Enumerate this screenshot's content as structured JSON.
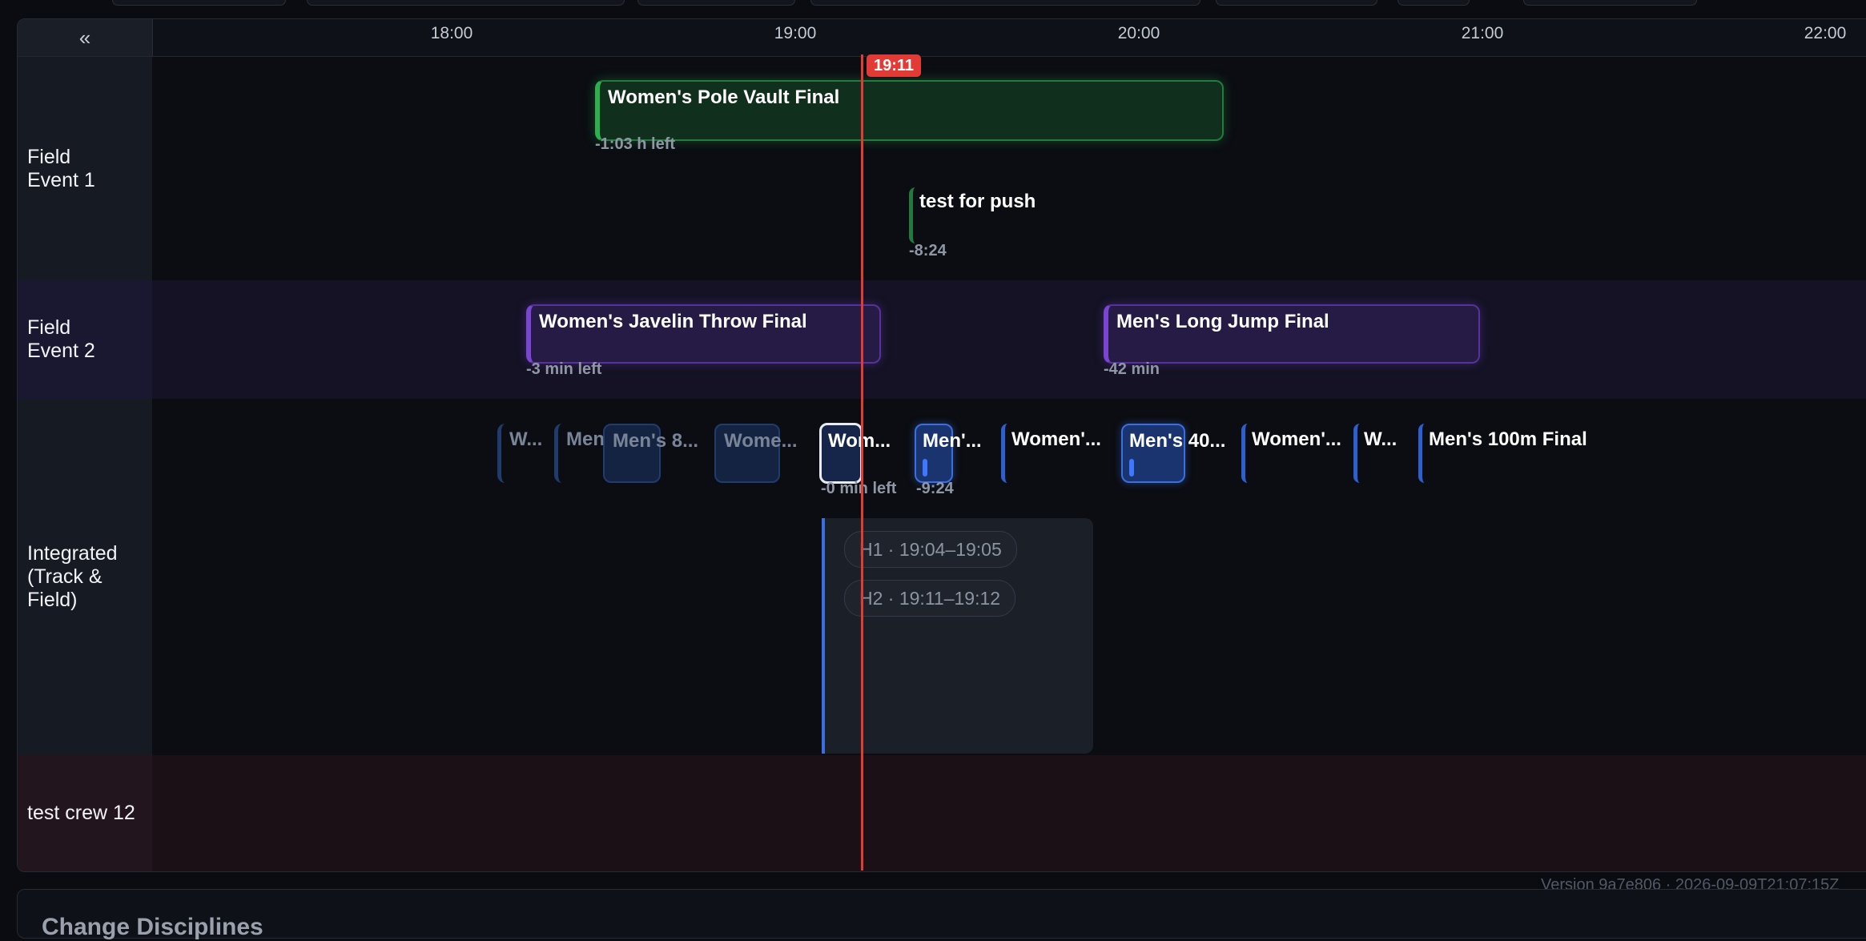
{
  "timeline": {
    "collapse_label": "«",
    "ticks": [
      "18:00",
      "19:00",
      "20:00",
      "21:00",
      "22:00"
    ],
    "now_label": "19:11"
  },
  "rows": [
    {
      "label": "Field Event 1"
    },
    {
      "label": "Field Event 2"
    },
    {
      "label": "Integrated (Track & Field)"
    },
    {
      "label": "test crew 12"
    }
  ],
  "events": {
    "pole_vault": {
      "title": "Women's Pole Vault Final",
      "sub": "-1:03 h left"
    },
    "test_push": {
      "title": "test for push",
      "sub": "-8:24"
    },
    "javelin": {
      "title": "Women's Javelin Throw Final",
      "sub": "-3 min left"
    },
    "long_jump": {
      "title": "Men's Long Jump Final",
      "sub": "-42 min"
    },
    "int1": {
      "title": "W..."
    },
    "int2": {
      "title": "Men"
    },
    "int3": {
      "title": "Men's 8..."
    },
    "int4": {
      "title": "Wome..."
    },
    "int5": {
      "title": "Wom...",
      "sub": "-0 min left"
    },
    "int6": {
      "title": "Men'...",
      "sub": "-9:24"
    },
    "int7": {
      "title": "Women'..."
    },
    "int8": {
      "title": "Men's 40..."
    },
    "int9": {
      "title": "Women'..."
    },
    "int10": {
      "title": "W..."
    },
    "int11": {
      "title": "Men's 100m Final"
    }
  },
  "heats": [
    {
      "label": "H1 · 19:04–19:05"
    },
    {
      "label": "H2 · 19:11–19:12"
    }
  ],
  "footer": {
    "version": "Version 9a7e806 · 2026-09-09T21:07:15Z",
    "panel_title": "Change Disciplines"
  }
}
